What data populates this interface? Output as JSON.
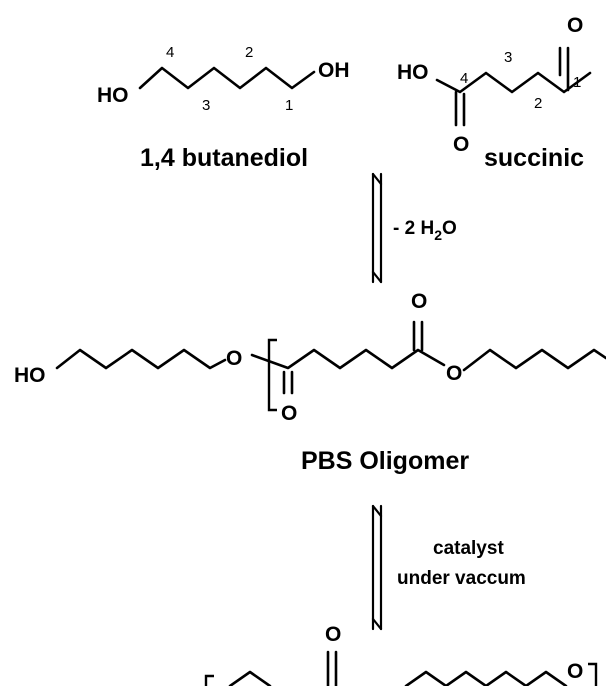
{
  "atoms": {
    "hydroxyl": "HO",
    "hydroxyl_right": "OH",
    "oxygen": "O"
  },
  "locants": {
    "one": "1",
    "two": "2",
    "three": "3",
    "four": "4"
  },
  "compounds": {
    "diol_name": "1,4 butanediol",
    "acid_name": "succinic",
    "oligomer_name": "PBS Oligomer"
  },
  "conditions": {
    "step1_prefix": "- 2 H",
    "step1_subscript": "2",
    "step1_suffix": "O",
    "step2_line1": "catalyst",
    "step2_line2": "under vaccum"
  }
}
